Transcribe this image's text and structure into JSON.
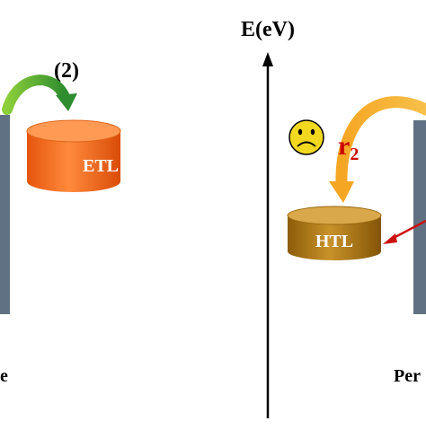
{
  "diagram": {
    "energy_axis_label": "E(eV)",
    "step_label": "(2)",
    "rate_label": {
      "main": "r",
      "sub": "2"
    },
    "etl_label": "ETL",
    "htl_label": "HTL",
    "left_bottom_label": "e",
    "right_bottom_label": "Per",
    "icons": [
      "sad-face-icon",
      "curved-arrow-icon"
    ],
    "colors": {
      "etl": "#f26a1b",
      "htl": "#b07a12",
      "electrode": "#5f7182",
      "green_arrow": "#8ccf3a",
      "orange_arrow": "#f5a623",
      "red_arrow": "#cc1111",
      "rate_text": "#cc0000",
      "face": "#f2d91f"
    }
  }
}
